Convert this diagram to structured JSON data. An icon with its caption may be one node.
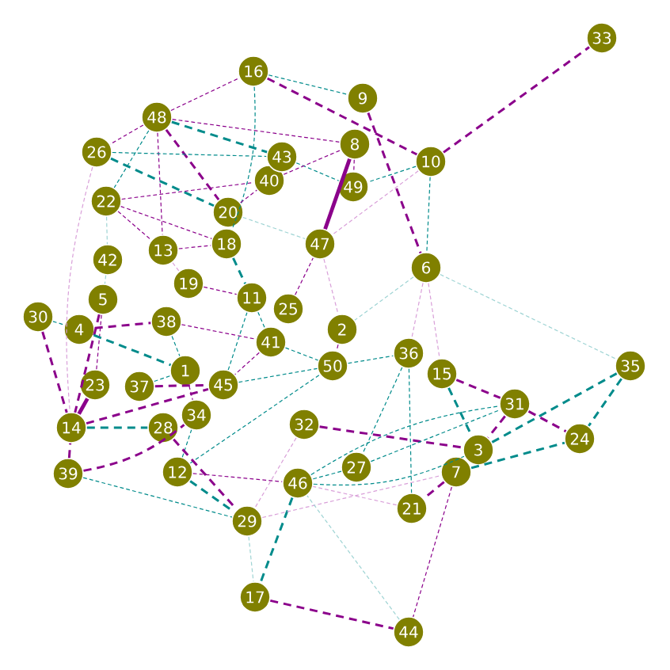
{
  "diagram": {
    "nodes": [
      {
        "text": [
          "1"
        ]
      },
      {
        "text": [
          "2"
        ]
      },
      {
        "text": [
          "3"
        ]
      },
      {
        "text": [
          "4"
        ]
      },
      {
        "text": [
          "5"
        ]
      },
      {
        "text": [
          "6"
        ]
      },
      {
        "text": [
          "7"
        ]
      },
      {
        "text": [
          "8"
        ]
      },
      {
        "text": [
          "9"
        ]
      },
      {
        "text": [
          "10"
        ]
      },
      {
        "text": [
          "11"
        ]
      },
      {
        "text": [
          "12"
        ]
      },
      {
        "text": [
          "13"
        ]
      },
      {
        "text": [
          "14"
        ]
      },
      {
        "text": [
          "15"
        ]
      },
      {
        "text": [
          "16"
        ]
      },
      {
        "text": [
          "17"
        ]
      },
      {
        "text": [
          "18"
        ]
      },
      {
        "text": [
          "19"
        ]
      },
      {
        "text": [
          "20"
        ]
      },
      {
        "text": [
          "21"
        ]
      },
      {
        "text": [
          "22"
        ]
      },
      {
        "text": [
          "23"
        ]
      },
      {
        "text": [
          "24"
        ]
      },
      {
        "text": [
          "25"
        ]
      },
      {
        "text": [
          "26"
        ]
      },
      {
        "text": [
          "27"
        ]
      },
      {
        "text": [
          "28"
        ]
      },
      {
        "text": [
          "29"
        ]
      },
      {
        "text": [
          "30"
        ]
      },
      {
        "text": [
          "31"
        ]
      },
      {
        "text": [
          "32"
        ]
      },
      {
        "text": [
          "33"
        ]
      },
      {
        "text": [
          "34"
        ]
      },
      {
        "text": [
          "35"
        ]
      },
      {
        "text": [
          "36"
        ]
      },
      {
        "text": [
          "37"
        ]
      },
      {
        "text": [
          "38"
        ]
      },
      {
        "text": [
          "39"
        ]
      },
      {
        "text": [
          "40"
        ]
      },
      {
        "text": [
          "41"
        ]
      },
      {
        "text": [
          "42"
        ]
      },
      {
        "text": [
          "43"
        ]
      },
      {
        "text": [
          "44"
        ]
      },
      {
        "text": [
          "45"
        ]
      },
      {
        "text": [
          "46"
        ]
      },
      {
        "text": [
          "47"
        ]
      },
      {
        "text": [
          "48"
        ]
      },
      {
        "text": [
          "49"
        ]
      },
      {
        "text": [
          "50"
        ]
      }
    ],
    "edges": [
      {
        "from": 9,
        "to": 32,
        "arrow": "none",
        "style": "dashed",
        "color": "#8b008b"
      },
      {
        "from": 16,
        "to": 43,
        "arrow": "none",
        "style": "dashed",
        "color": "#8b008b"
      },
      {
        "from": 7,
        "to": 46,
        "arrow": "none",
        "style": "thick",
        "color": "#8b008b"
      },
      {
        "from": 13,
        "to": 22,
        "arrow": "none",
        "style": "thick",
        "color": "#8b008b"
      },
      {
        "from": 15,
        "to": 8,
        "arrow": "none",
        "style": "dashed",
        "color": "#008b8b"
      },
      {
        "from": 15,
        "to": 9,
        "arrow": "none",
        "style": "dashed",
        "color": "#8b008b"
      },
      {
        "from": 8,
        "to": 5,
        "arrow": "none",
        "style": "dashed",
        "color": "#8b008b"
      },
      {
        "from": 9,
        "to": 5,
        "arrow": "none",
        "style": "dashed",
        "color": "#008b8b"
      },
      {
        "from": 7,
        "to": 48,
        "arrow": "none",
        "style": "dashed",
        "color": "#8b008b"
      },
      {
        "from": 9,
        "to": 48,
        "arrow": "none",
        "style": "dashed",
        "color": "#008b8b"
      },
      {
        "from": 9,
        "to": 46,
        "arrow": "none",
        "style": "dashed",
        "color": "#d9a0d9"
      },
      {
        "from": 47,
        "to": 15,
        "arrow": "none",
        "style": "dashed",
        "color": "#8b008b"
      },
      {
        "from": 47,
        "to": 42,
        "arrow": "none",
        "style": "dashed",
        "color": "#008b8b"
      },
      {
        "from": 47,
        "to": 19,
        "arrow": "none",
        "style": "dashed",
        "color": "#8b008b"
      },
      {
        "from": 47,
        "to": 7,
        "arrow": "none",
        "style": "dashed",
        "color": "#8b008b"
      },
      {
        "from": 47,
        "to": 21,
        "arrow": "none",
        "style": "dashed",
        "color": "#008b8b"
      },
      {
        "from": 47,
        "to": 25,
        "arrow": "none",
        "style": "dashed",
        "color": "#8b008b"
      },
      {
        "from": 47,
        "to": 12,
        "arrow": "none",
        "style": "dashed",
        "color": "#8b008b"
      },
      {
        "from": 25,
        "to": 42,
        "arrow": "none",
        "style": "dashed",
        "color": "#008b8b"
      },
      {
        "from": 25,
        "to": 19,
        "arrow": "none",
        "style": "dashed",
        "color": "#008b8b"
      },
      {
        "from": 25,
        "to": 13,
        "arrow": "none",
        "style": "dashed",
        "color": "#d9a0d9"
      },
      {
        "from": 21,
        "to": 39,
        "arrow": "none",
        "style": "dashed",
        "color": "#8b008b"
      },
      {
        "from": 21,
        "to": 17,
        "arrow": "none",
        "style": "dashed",
        "color": "#8b008b"
      },
      {
        "from": 21,
        "to": 41,
        "arrow": "none",
        "style": "dashed",
        "color": "#9fd4d4"
      },
      {
        "from": 15,
        "to": 17,
        "arrow": "none",
        "style": "dashed",
        "color": "#008b8b"
      },
      {
        "from": 17,
        "to": 10,
        "arrow": "none",
        "style": "dashed",
        "color": "#008b8b"
      },
      {
        "from": 4,
        "to": 13,
        "arrow": "none",
        "style": "dashed",
        "color": "#8b008b"
      },
      {
        "from": 4,
        "to": 22,
        "arrow": "none",
        "style": "dashed",
        "color": "#8b008b"
      },
      {
        "from": 29,
        "to": 13,
        "arrow": "none",
        "style": "dashed",
        "color": "#8b008b"
      },
      {
        "from": 29,
        "to": 3,
        "arrow": "none",
        "style": "dashed",
        "color": "#008b8b"
      },
      {
        "from": 38,
        "to": 13,
        "arrow": "none",
        "style": "dashed",
        "color": "#8b008b"
      },
      {
        "from": 38,
        "to": 33,
        "arrow": "none",
        "style": "dashed",
        "color": "#8b008b"
      },
      {
        "from": 38,
        "to": 28,
        "arrow": "none",
        "style": "dashed",
        "color": "#008b8b"
      },
      {
        "from": 3,
        "to": 37,
        "arrow": "none",
        "style": "dashed",
        "color": "#8b008b"
      },
      {
        "from": 3,
        "to": 0,
        "arrow": "none",
        "style": "dashed",
        "color": "#008b8b"
      },
      {
        "from": 13,
        "to": 44,
        "arrow": "none",
        "style": "dashed",
        "color": "#8b008b"
      },
      {
        "from": 13,
        "to": 27,
        "arrow": "none",
        "style": "dashed",
        "color": "#008b8b"
      },
      {
        "from": 36,
        "to": 0,
        "arrow": "none",
        "style": "dashed",
        "color": "#008b8b"
      },
      {
        "from": 36,
        "to": 44,
        "arrow": "none",
        "style": "dashed",
        "color": "#8b008b"
      },
      {
        "from": 44,
        "to": 49,
        "arrow": "none",
        "style": "dashed",
        "color": "#008b8b"
      },
      {
        "from": 44,
        "to": 10,
        "arrow": "none",
        "style": "dashed",
        "color": "#008b8b"
      },
      {
        "from": 11,
        "to": 28,
        "arrow": "none",
        "style": "dashed",
        "color": "#008b8b"
      },
      {
        "from": 11,
        "to": 45,
        "arrow": "none",
        "style": "dashed",
        "color": "#8b008b"
      },
      {
        "from": 11,
        "to": 33,
        "arrow": "none",
        "style": "dashed",
        "color": "#008b8b"
      },
      {
        "from": 11,
        "to": 49,
        "arrow": "none",
        "style": "dashed",
        "color": "#008b8b"
      },
      {
        "from": 27,
        "to": 28,
        "arrow": "none",
        "style": "dashed",
        "color": "#8b008b"
      },
      {
        "from": 45,
        "to": 16,
        "arrow": "none",
        "style": "dashed",
        "color": "#008b8b"
      },
      {
        "from": 28,
        "to": 16,
        "arrow": "none",
        "style": "dashed",
        "color": "#9fd4d4"
      },
      {
        "from": 45,
        "to": 2,
        "arrow": "none",
        "style": "dashed",
        "color": "#008b8b"
      },
      {
        "from": 45,
        "to": 30,
        "arrow": "none",
        "style": "dashed",
        "color": "#008b8b"
      },
      {
        "from": 31,
        "to": 2,
        "arrow": "none",
        "style": "dashed",
        "color": "#8b008b"
      },
      {
        "from": 26,
        "to": 30,
        "arrow": "none",
        "style": "dashed",
        "color": "#008b8b"
      },
      {
        "from": 35,
        "to": 20,
        "arrow": "none",
        "style": "dashed",
        "color": "#008b8b"
      },
      {
        "from": 35,
        "to": 26,
        "arrow": "none",
        "style": "dashed",
        "color": "#008b8b"
      },
      {
        "from": 14,
        "to": 2,
        "arrow": "none",
        "style": "dashed",
        "color": "#008b8b"
      },
      {
        "from": 14,
        "to": 30,
        "arrow": "none",
        "style": "dashed",
        "color": "#8b008b"
      },
      {
        "from": 30,
        "to": 2,
        "arrow": "none",
        "style": "dashed",
        "color": "#8b008b"
      },
      {
        "from": 6,
        "to": 23,
        "arrow": "none",
        "style": "dashed",
        "color": "#008b8b"
      },
      {
        "from": 2,
        "to": 34,
        "arrow": "none",
        "style": "dashed",
        "color": "#008b8b"
      },
      {
        "from": 34,
        "to": 23,
        "arrow": "none",
        "style": "dashed",
        "color": "#008b8b"
      },
      {
        "from": 6,
        "to": 20,
        "arrow": "none",
        "style": "dashed",
        "color": "#8b008b"
      },
      {
        "from": 6,
        "to": 43,
        "arrow": "none",
        "style": "dashed",
        "color": "#8b008b"
      },
      {
        "from": 28,
        "to": 6,
        "arrow": "none",
        "style": "dashed",
        "color": "#d9a0d9"
      },
      {
        "from": 43,
        "to": 45,
        "arrow": "none",
        "style": "dashed",
        "color": "#9fd4d4"
      },
      {
        "from": 5,
        "to": 35,
        "arrow": "none",
        "style": "dashed",
        "color": "#d9a0d9"
      },
      {
        "from": 5,
        "to": 1,
        "arrow": "none",
        "style": "dashed",
        "color": "#9fd4d4"
      },
      {
        "from": 5,
        "to": 14,
        "arrow": "none",
        "style": "dashed",
        "color": "#d9a0d9"
      },
      {
        "from": 5,
        "to": 34,
        "arrow": "none",
        "style": "dashed",
        "color": "#9fd4d4"
      },
      {
        "from": 46,
        "to": 1,
        "arrow": "none",
        "style": "dashed",
        "color": "#d9a0d9"
      },
      {
        "from": 19,
        "to": 39,
        "arrow": "none",
        "style": "dashed",
        "color": "#8b008b"
      },
      {
        "from": 42,
        "to": 48,
        "arrow": "none",
        "style": "dashed",
        "color": "#008b8b"
      },
      {
        "from": 39,
        "to": 7,
        "arrow": "none",
        "style": "dashed",
        "color": "#8b008b"
      },
      {
        "from": 19,
        "to": 46,
        "arrow": "none",
        "style": "dashed",
        "color": "#9fd4d4"
      },
      {
        "from": 12,
        "to": 18,
        "arrow": "none",
        "style": "dashed",
        "color": "#d9a0d9"
      },
      {
        "from": 18,
        "to": 10,
        "arrow": "none",
        "style": "dashed",
        "color": "#8b008b"
      },
      {
        "from": 10,
        "to": 40,
        "arrow": "none",
        "style": "dashed",
        "color": "#008b8b"
      },
      {
        "from": 24,
        "to": 46,
        "arrow": "none",
        "style": "dashed",
        "color": "#8b008b"
      },
      {
        "from": 40,
        "to": 49,
        "arrow": "none",
        "style": "dashed",
        "color": "#008b8b"
      },
      {
        "from": 40,
        "to": 44,
        "arrow": "none",
        "style": "dashed",
        "color": "#8b008b"
      },
      {
        "from": 37,
        "to": 40,
        "arrow": "none",
        "style": "dashed",
        "color": "#8b008b"
      },
      {
        "from": 37,
        "to": 0,
        "arrow": "none",
        "style": "dashed",
        "color": "#008b8b"
      },
      {
        "from": 12,
        "to": 17,
        "arrow": "none",
        "style": "dashed",
        "color": "#8b008b"
      },
      {
        "from": 41,
        "to": 4,
        "arrow": "none",
        "style": "dashed",
        "color": "#9fd4d4"
      },
      {
        "from": 21,
        "to": 12,
        "arrow": "none",
        "style": "dashed",
        "color": "#8b008b"
      },
      {
        "from": 0,
        "to": 33,
        "arrow": "none",
        "style": "dashed",
        "color": "#8b008b"
      },
      {
        "from": 1,
        "to": 49,
        "arrow": "none",
        "style": "dashed",
        "color": "#8b008b"
      },
      {
        "from": 49,
        "to": 35,
        "arrow": "none",
        "style": "dashed",
        "color": "#008b8b"
      },
      {
        "from": 20,
        "to": 45,
        "arrow": "none",
        "style": "dashed",
        "color": "#d9a0d9"
      },
      {
        "from": 26,
        "to": 45,
        "arrow": "none",
        "style": "dashed",
        "color": "#008b8b"
      },
      {
        "from": 31,
        "to": 28,
        "arrow": "none",
        "style": "dashed",
        "color": "#d9a0d9"
      },
      {
        "from": 30,
        "to": 23,
        "arrow": "none",
        "style": "dashed",
        "color": "#8b008b"
      }
    ]
  }
}
